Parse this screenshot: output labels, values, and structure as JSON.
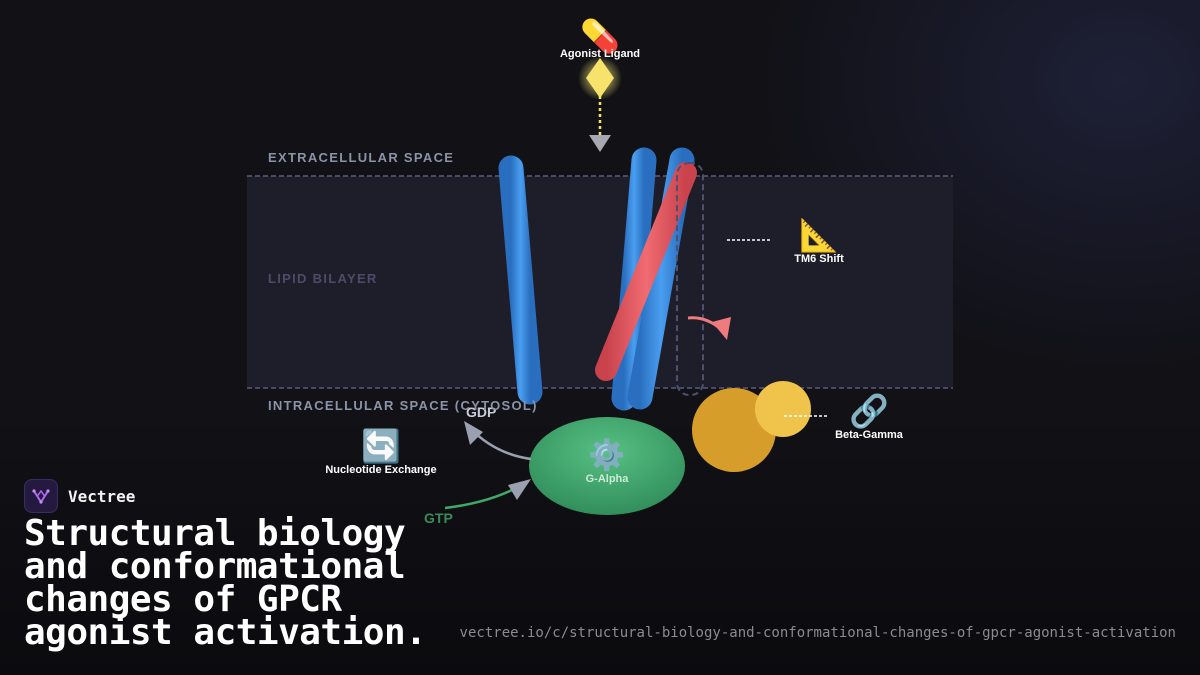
{
  "diagram": {
    "zones": {
      "extracellular": "EXTRACELLULAR SPACE",
      "bilayer": "LIPID BILAYER",
      "intracellular": "INTRACELLULAR SPACE (CYTOSOL)"
    },
    "ligand": {
      "label": "Agonist Ligand",
      "icon": "pill-icon"
    },
    "tm6": {
      "label": "TM6 Shift",
      "icon": "triangular-ruler-icon"
    },
    "g_alpha": {
      "label": "G-Alpha",
      "icon": "gear-icon"
    },
    "beta_gamma": {
      "label": "Beta-Gamma",
      "icon": "link-icon"
    },
    "nucleotide": {
      "label": "Nucleotide Exchange",
      "icon": "counterclockwise-arrows-icon"
    },
    "gdp": "GDP",
    "gtp": "GTP",
    "colors": {
      "helix_blue": "#3d8fe0",
      "tm6_red": "#e0565f",
      "g_alpha_green": "#3fa86a",
      "beta_orange": "#d79d2a",
      "gamma_yellow": "#f0c44a",
      "ligand_yellow": "#f7e36b"
    }
  },
  "brand": {
    "name": "Vectree"
  },
  "headline": "Structural biology and conformational changes of GPCR agonist activation.",
  "url": "vectree.io/c/structural-biology-and-conformational-changes-of-gpcr-agonist-activation"
}
